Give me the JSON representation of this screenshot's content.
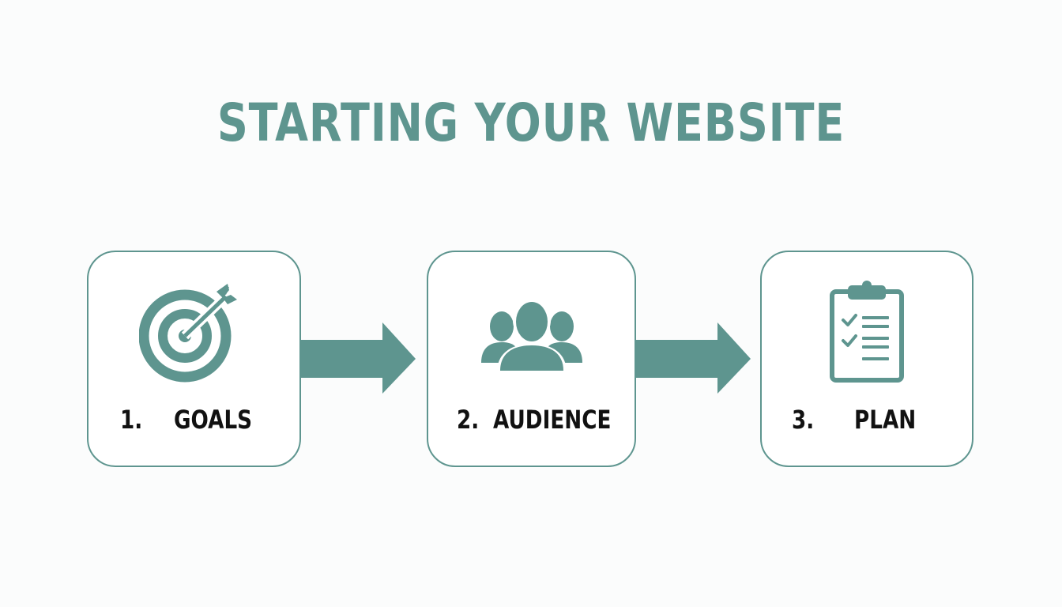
{
  "title": "STARTING YOUR WEBSITE",
  "colors": {
    "accent": "#5e958f",
    "text": "#111111",
    "background": "#fbfcfc"
  },
  "steps": [
    {
      "number": "1.",
      "label": "GOALS",
      "icon": "target-arrow-icon"
    },
    {
      "number": "2.",
      "label": "AUDIENCE",
      "icon": "people-group-icon"
    },
    {
      "number": "3.",
      "label": "PLAN",
      "icon": "clipboard-checklist-icon"
    }
  ],
  "connectors": [
    "arrow-right-icon",
    "arrow-right-icon"
  ]
}
